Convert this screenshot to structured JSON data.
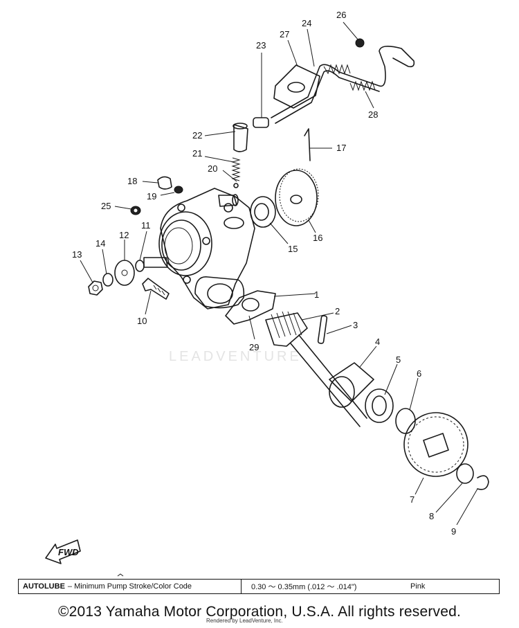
{
  "watermark": "LEADVENTURE",
  "fwd_label": "FWD",
  "callouts": [
    "1",
    "2",
    "3",
    "4",
    "5",
    "6",
    "7",
    "8",
    "9",
    "10",
    "11",
    "12",
    "13",
    "14",
    "15",
    "16",
    "17",
    "18",
    "19",
    "20",
    "21",
    "22",
    "23",
    "24",
    "25",
    "26",
    "27",
    "28",
    "29"
  ],
  "spec": {
    "label_bold": "AUTOLUBE",
    "label_rest": "– Minimum Pump Stroke/Color Code",
    "value": "0.30 ～ 0.35mm (.012 ～ .014\")",
    "color_code": "Pink"
  },
  "copyright": "©2013 Yamaha Motor Corporation, U.S.A. All rights reserved.",
  "subcredit": "Rendered by LeadVenture, Inc."
}
